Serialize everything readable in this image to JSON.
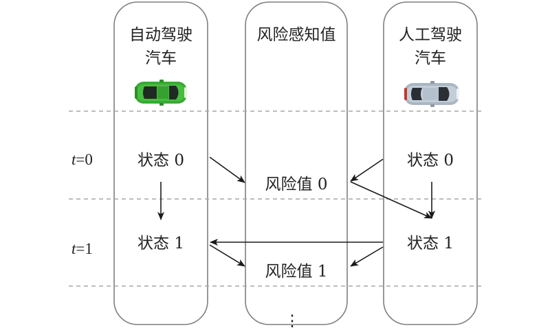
{
  "lanes": {
    "autonomous": {
      "title_line1": "自动驾驶",
      "title_line2": "汽车"
    },
    "risk": {
      "title": "风险感知值"
    },
    "human": {
      "title_line1": "人工驾驶",
      "title_line2": "汽车"
    }
  },
  "time_labels": [
    {
      "var": "t",
      "rest": "=0"
    },
    {
      "var": "t",
      "rest": "=1"
    }
  ],
  "nodes": {
    "av_state0": "状态 0",
    "av_state1": "状态 1",
    "risk0": "风险值 0",
    "risk1": "风险值 1",
    "hv_state0": "状态 0",
    "hv_state1": "状态 1"
  },
  "continuation": "⋮",
  "colors": {
    "autonomous_car": "#3aa935",
    "human_car": "#a9b6c3",
    "lane_border": "#7f7f7f",
    "dashed_line": "#a6a6a6",
    "arrow": "#1a1a1a"
  },
  "icons": {
    "autonomous_car": "green-car-top-view-icon",
    "human_car": "silver-car-top-view-icon"
  }
}
